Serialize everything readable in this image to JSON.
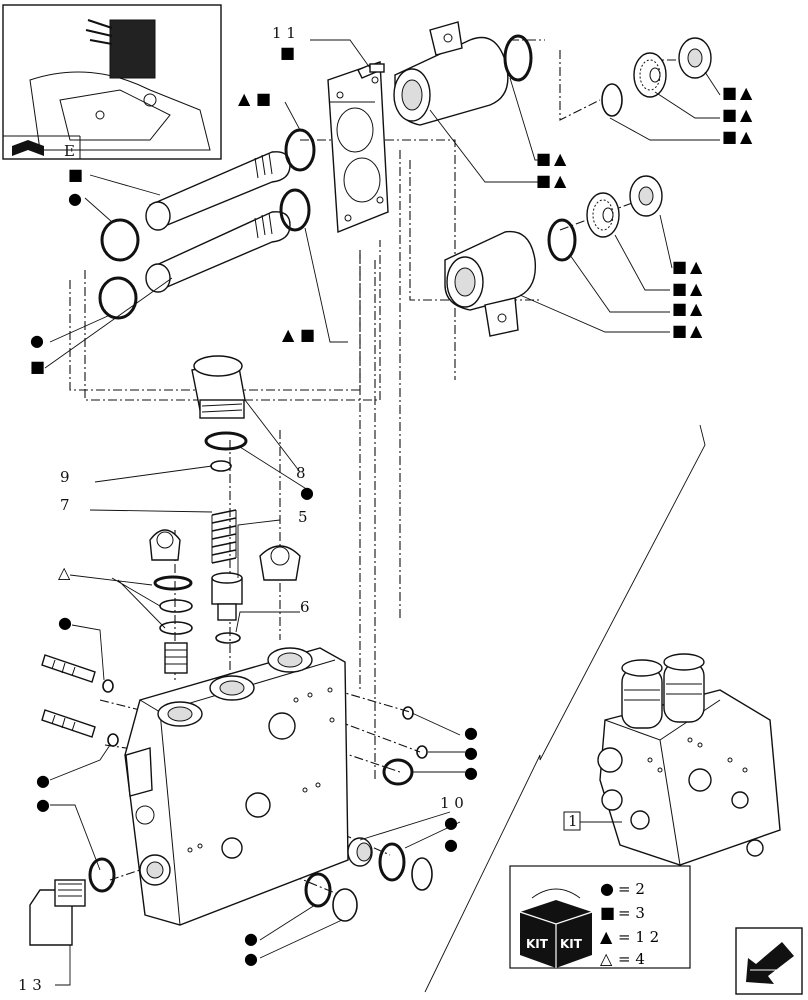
{
  "diagram": {
    "callouts": {
      "c11": "1 1",
      "c8": "8",
      "c9": "9",
      "c7": "7",
      "c5": "5",
      "c6": "6",
      "c10": "1 0",
      "c13": "1 3",
      "c1": "1"
    },
    "symbols": {
      "dot": "●",
      "square": "■",
      "triangle": "▲",
      "open_triangle": "△"
    },
    "legend": {
      "kit_label_left": "KIT",
      "kit_label_right": "KIT",
      "rows": [
        {
          "symbol": "●",
          "text": "= 2"
        },
        {
          "symbol": "■",
          "text": "= 3"
        },
        {
          "symbol": "▲",
          "text": "= 1 2"
        },
        {
          "symbol": "△",
          "text": "= 4"
        }
      ]
    },
    "thumbnail_label": "E",
    "nav_icon": "arrow-back-icon"
  }
}
